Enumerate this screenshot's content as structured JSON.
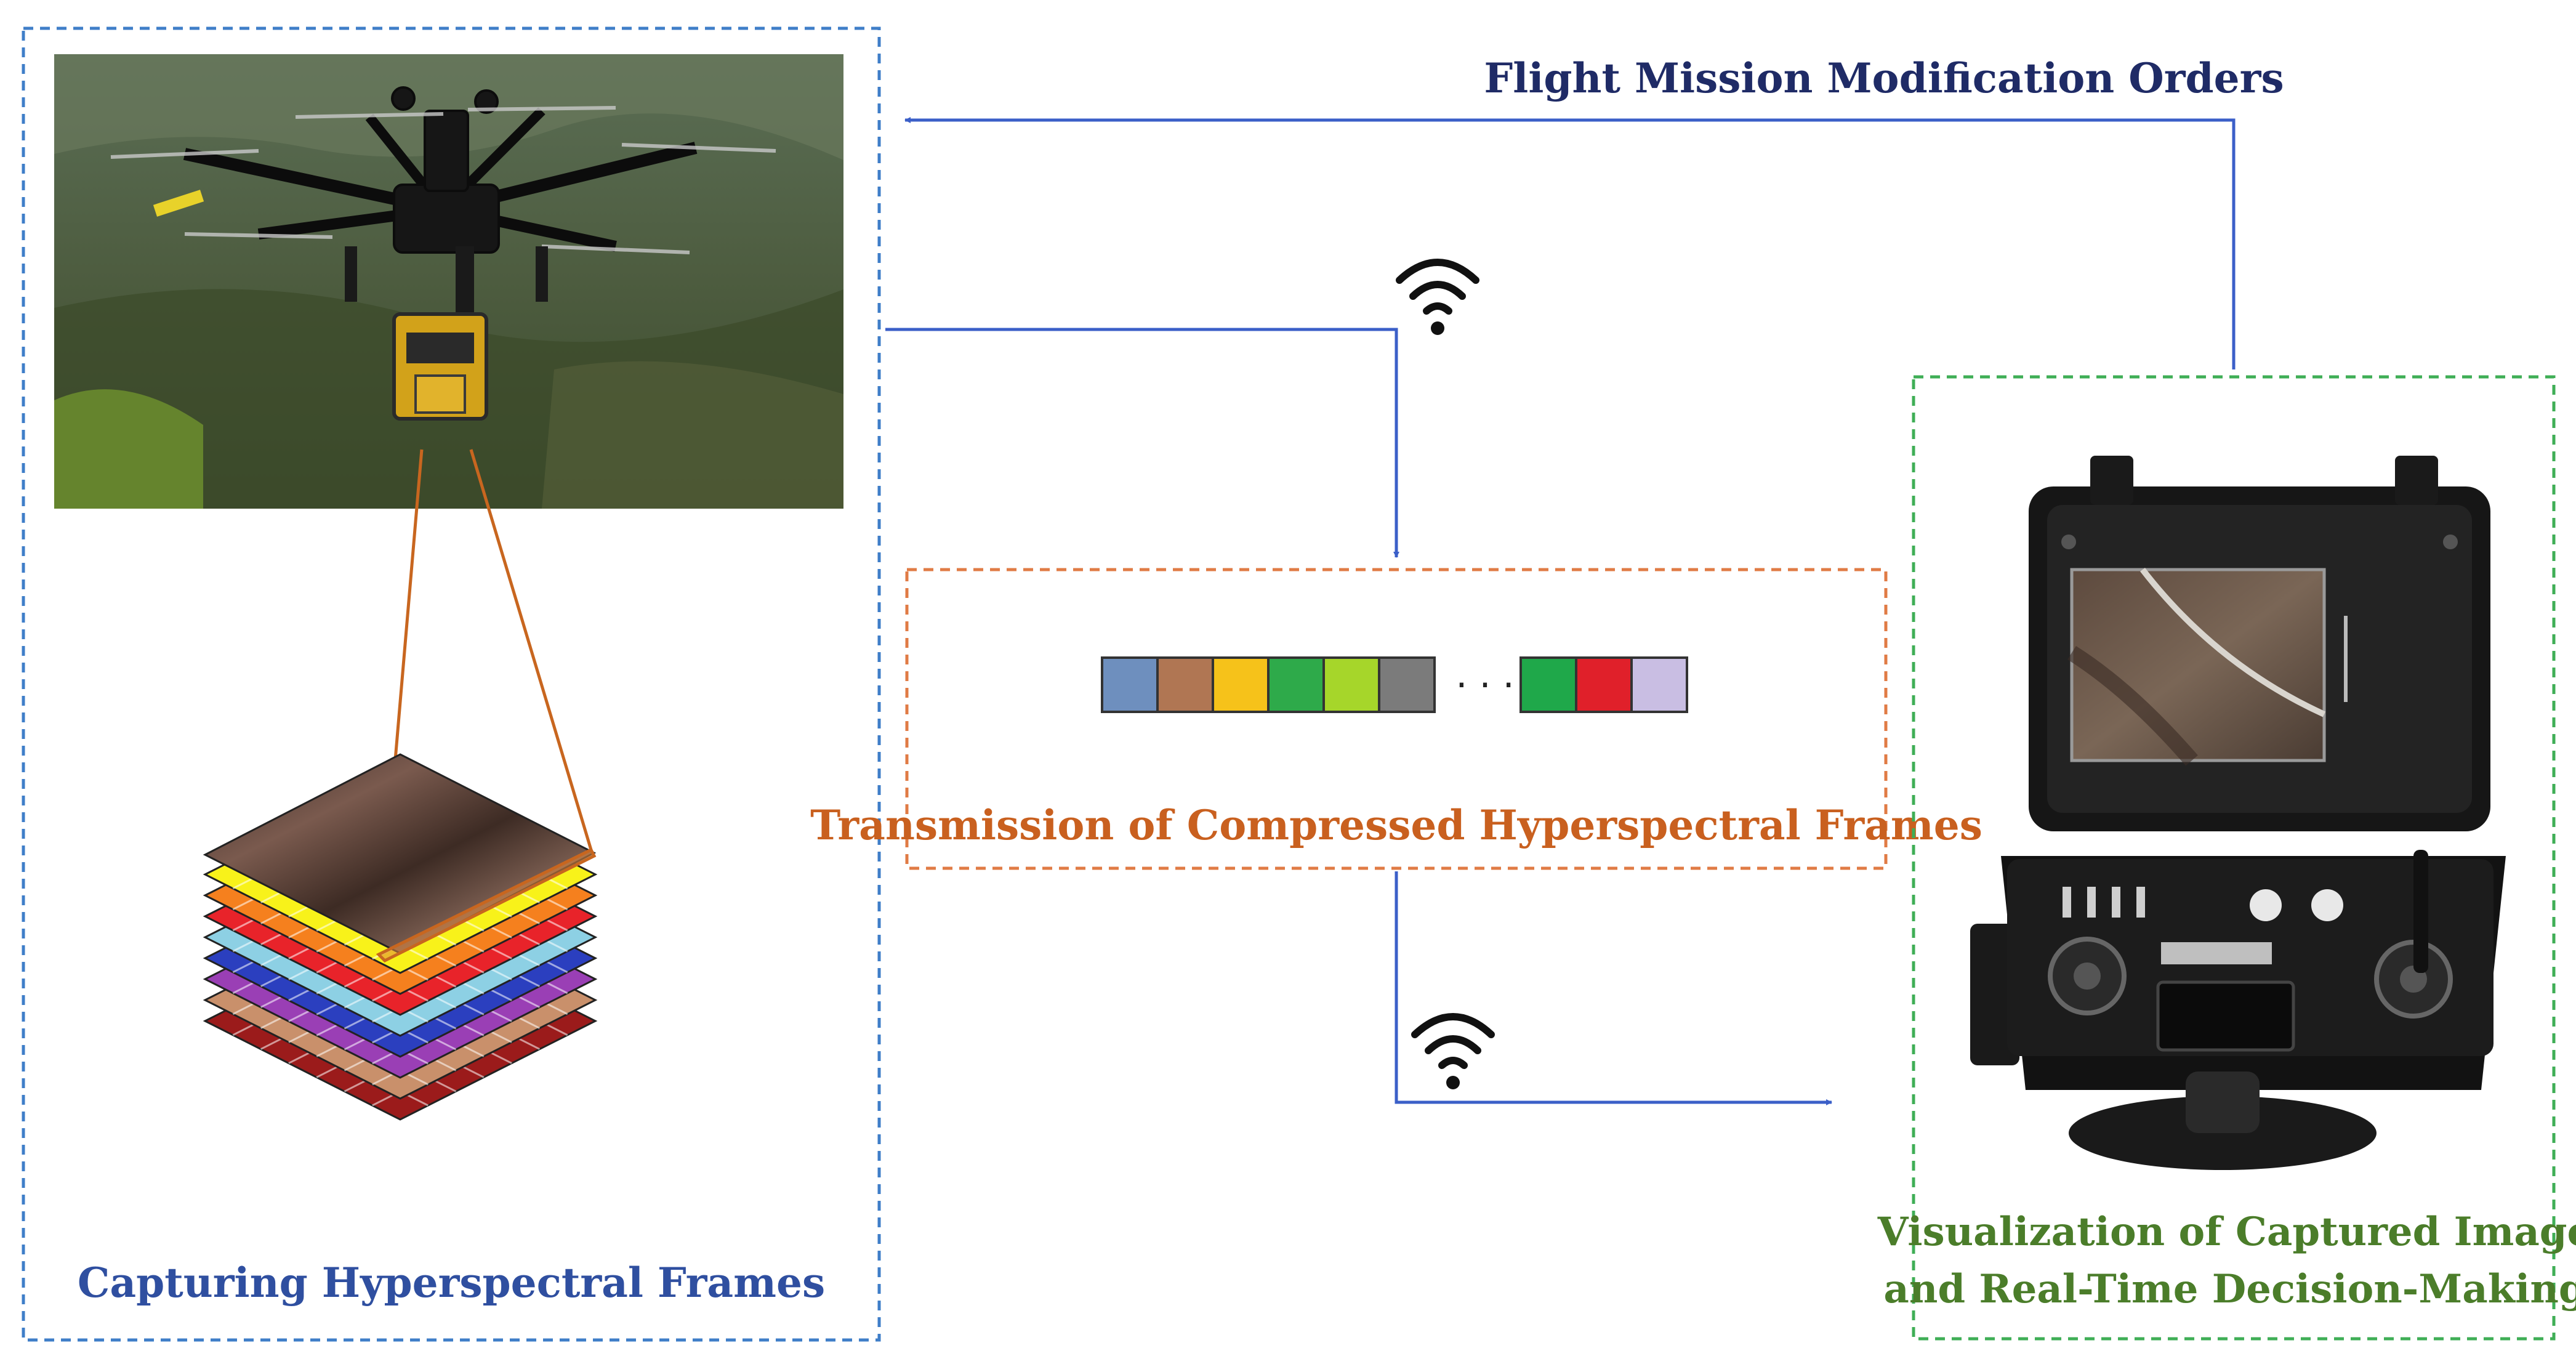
{
  "labels": {
    "capture": "Capturing Hyperspectral Frames",
    "transmission": "Transmission of Compressed Hyperspectral Frames",
    "visualization_line1": "Visualization of Captured Image",
    "visualization_line2": "and Real-Time Decision-Making",
    "feedback": "Flight Mission Modification Orders",
    "ellipsis": "· · ·"
  },
  "colors": {
    "capture_box": "#3f7ec8",
    "transmission_box": "#e07b45",
    "visualization_box": "#3fae56",
    "arrow": "#3b5fc8",
    "capture_text": "#2f4fa0",
    "transmission_text": "#c9601f",
    "visualization_text": "#4b7d2a",
    "feedback_text": "#1f2b66",
    "cone": "#c8661f"
  },
  "band_sequence": [
    "#6e8fbe",
    "#b07653",
    "#f6c21a",
    "#2eaa4a",
    "#a6d62a",
    "#7b7b7b",
    "#1fa84a",
    "#e0202a",
    "#c9bee3"
  ],
  "cube_layers": [
    "#9b1b1b",
    "#c9906b",
    "#9a3fb5",
    "#2b3fbf",
    "#8dd0e4",
    "#e8232a",
    "#f5801e",
    "#f8f21a"
  ],
  "icons": [
    "drone-photo",
    "wifi-icon",
    "ground-station-photo"
  ]
}
